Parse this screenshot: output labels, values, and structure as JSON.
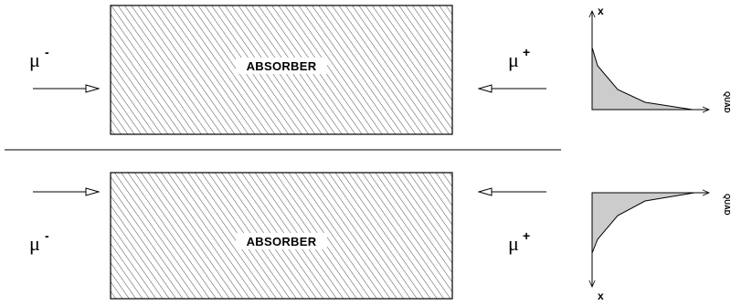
{
  "absorber_label": "ABSORBER",
  "particles": {
    "mu_base": "μ",
    "minus_sign": "-",
    "plus_sign": "+"
  },
  "plot_labels": {
    "depth_axis": "x",
    "quantity_axis": "QUAD"
  },
  "colors": {
    "line": "#000000",
    "fill": "#cccccc",
    "hatch": "#000000"
  }
}
